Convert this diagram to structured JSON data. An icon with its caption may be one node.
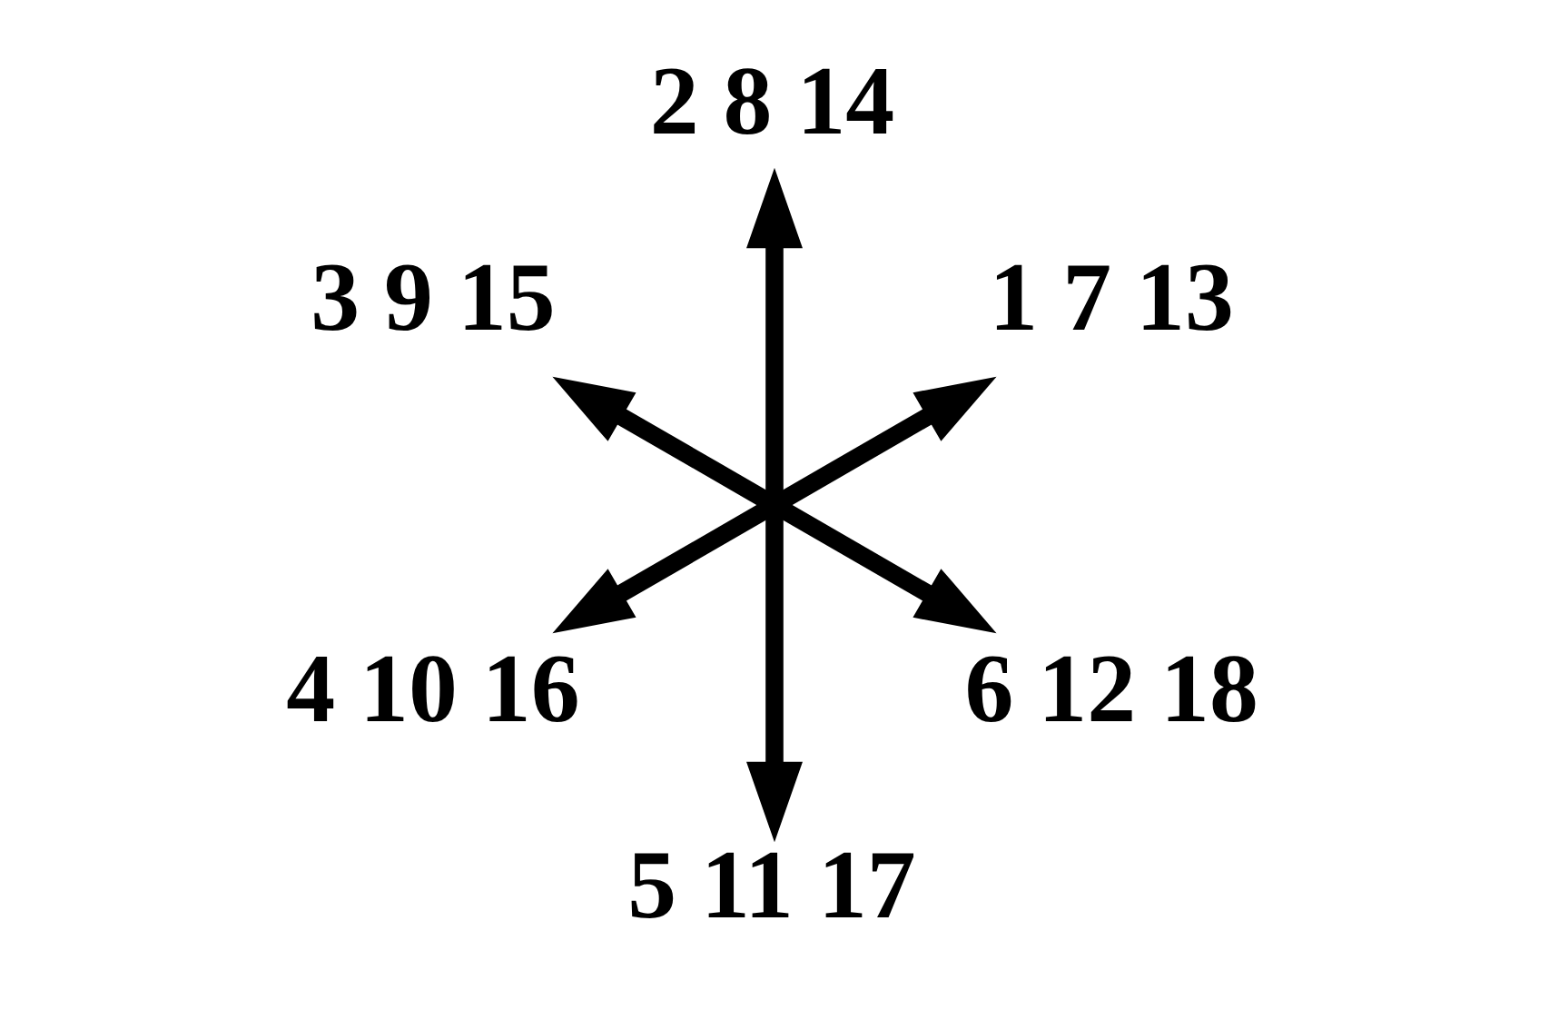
{
  "diagram": {
    "nodes": [
      {
        "text": [
          "3 9 15"
        ]
      },
      {
        "text": [
          "2 8 14"
        ]
      },
      {
        "text": [
          "4 10 16"
        ]
      },
      {
        "text": [],
        "shape": "point"
      },
      {
        "text": [
          "1 7 13"
        ]
      },
      {
        "text": [
          "5 11 17"
        ]
      },
      {
        "text": [
          "6 12 18"
        ]
      }
    ],
    "edges": [
      {
        "from": 3,
        "to": 4,
        "arrow": "to"
      },
      {
        "from": 3,
        "to": 1,
        "arrow": "to"
      },
      {
        "from": 3,
        "to": 0,
        "arrow": "to"
      },
      {
        "from": 3,
        "to": 2,
        "arrow": "to"
      },
      {
        "from": 3,
        "to": 5,
        "arrow": "to"
      },
      {
        "from": 3,
        "to": 6,
        "arrow": "to"
      }
    ]
  }
}
